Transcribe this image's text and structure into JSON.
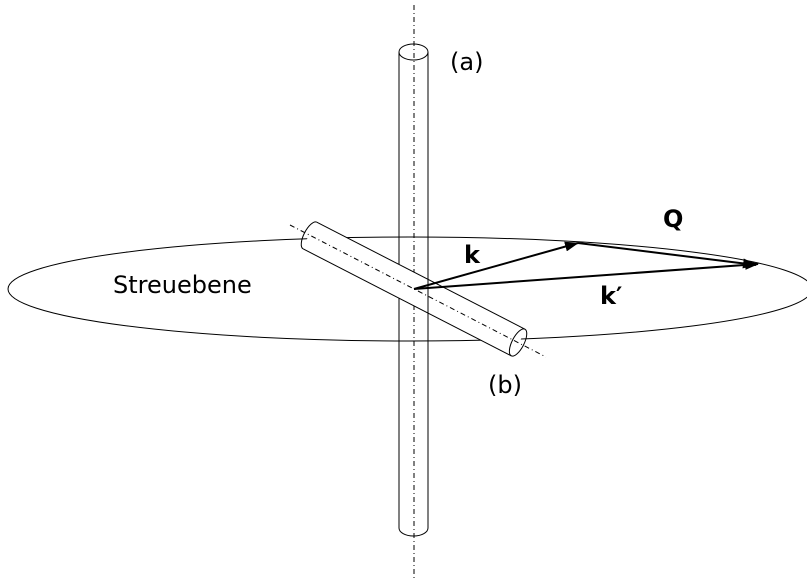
{
  "labels": {
    "rod_a": "(a)",
    "rod_b": "(b)",
    "plane": "Streuebene",
    "k": "k",
    "k_prime": "k′",
    "q": "Q"
  }
}
